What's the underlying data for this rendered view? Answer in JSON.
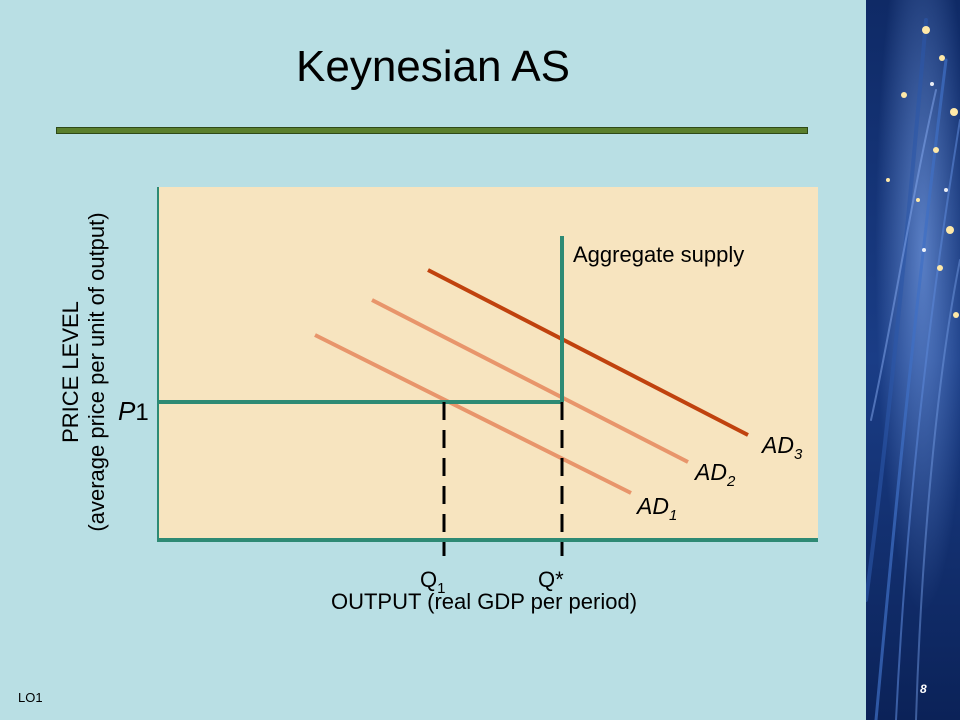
{
  "slide": {
    "title": "Keynesian AS",
    "footer_left": "LO1",
    "page_number": "8"
  },
  "diagram": {
    "y_label_line1": "PRICE LEVEL",
    "y_label_line2": "(average price per unit of output)",
    "x_label": "OUTPUT (real GDP per period)",
    "supply_label": "Aggregate supply",
    "price_marker": {
      "base": "P",
      "sub": "1"
    },
    "q1_marker": {
      "base": "Q",
      "sub": "1"
    },
    "qstar_marker": "Q*",
    "demand_curves": [
      {
        "base": "AD",
        "sub": "1",
        "color": "#e8956b"
      },
      {
        "base": "AD",
        "sub": "2",
        "color": "#e8956b"
      },
      {
        "base": "AD",
        "sub": "3",
        "color": "#c0420e"
      }
    ],
    "colors": {
      "plot_bg": "#f7e4bf",
      "axis": "#2e8a74",
      "supply": "#2e8a74",
      "title_rule": "#5a7f2d"
    }
  }
}
